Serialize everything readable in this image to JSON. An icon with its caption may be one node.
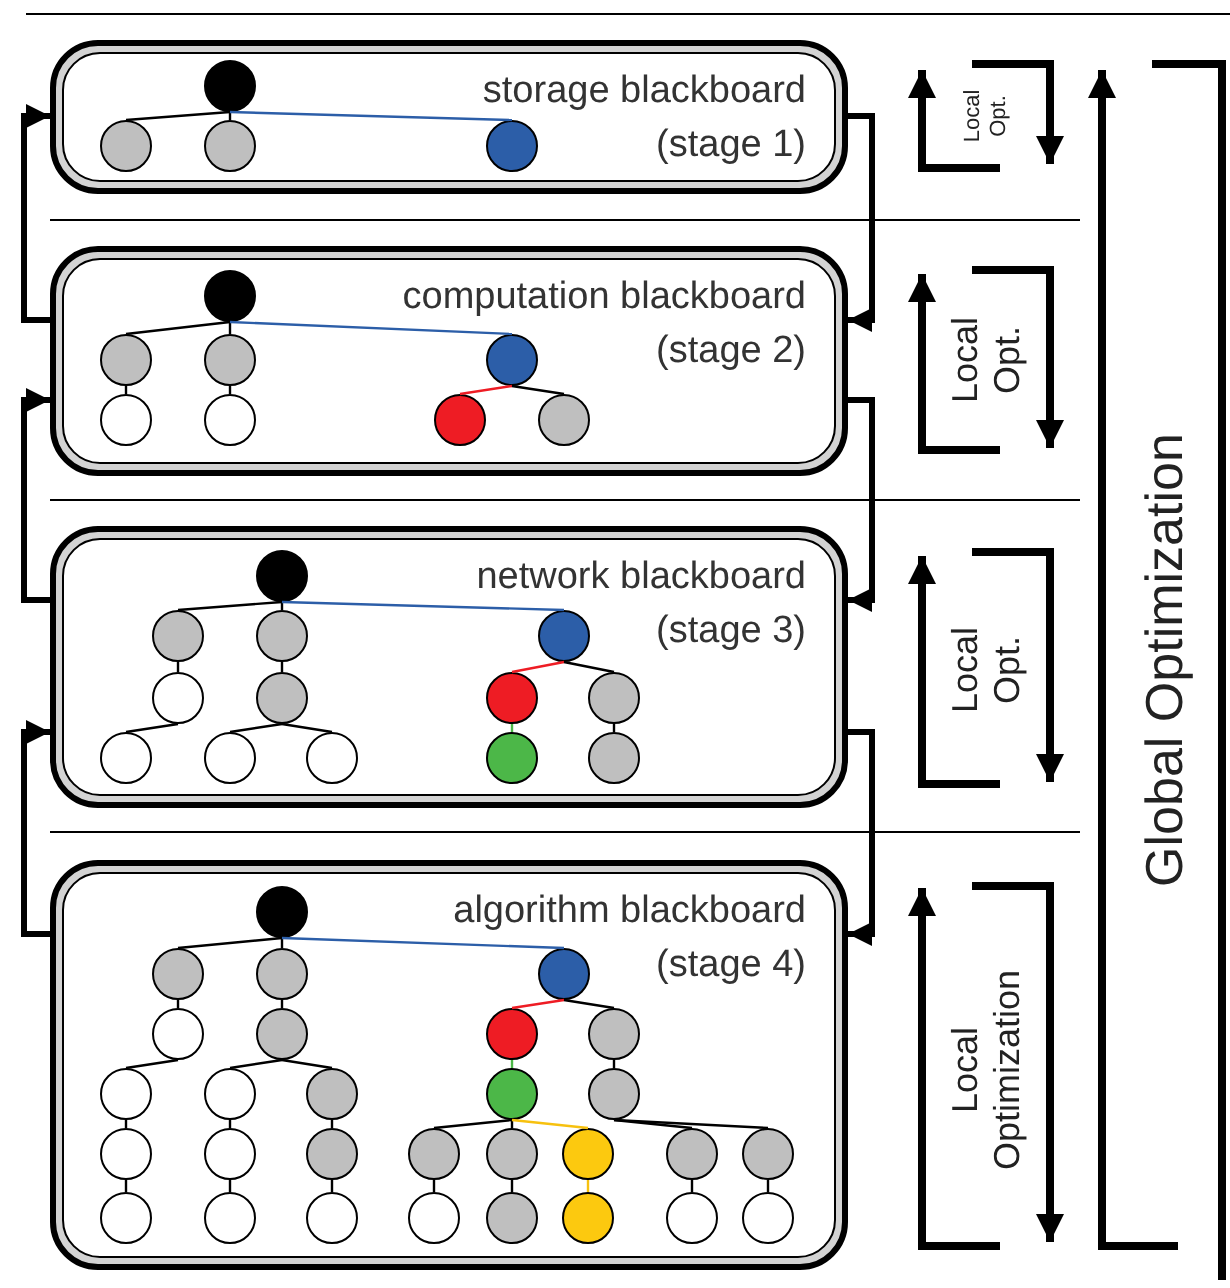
{
  "diagram": {
    "nodes": [
      {
        "text": [
          "storage blackboard",
          "(stage 1)"
        ]
      },
      {
        "text": [],
        "shape": "circle",
        "in": 0
      },
      {
        "text": [],
        "shape": "circle",
        "in": 0
      },
      {
        "text": [],
        "shape": "circle",
        "in": 0
      },
      {
        "text": [],
        "shape": "circle",
        "in": 0
      },
      {
        "text": [
          "computation blackboard",
          "(stage 2)"
        ]
      },
      {
        "text": [],
        "shape": "circle",
        "in": 5
      },
      {
        "text": [],
        "shape": "circle",
        "in": 5
      },
      {
        "text": [],
        "shape": "circle",
        "in": 5
      },
      {
        "text": [],
        "shape": "circle",
        "in": 5
      },
      {
        "text": [],
        "shape": "circle",
        "in": 5
      },
      {
        "text": [],
        "shape": "circle",
        "in": 5
      },
      {
        "text": [],
        "shape": "circle",
        "in": 5
      },
      {
        "text": [],
        "shape": "circle",
        "in": 5
      },
      {
        "text": [
          "network blackboard",
          "(stage 3)"
        ]
      },
      {
        "text": [],
        "shape": "circle",
        "in": 14
      },
      {
        "text": [],
        "shape": "circle",
        "in": 14
      },
      {
        "text": [],
        "shape": "circle",
        "in": 14
      },
      {
        "text": [],
        "shape": "circle",
        "in": 14
      },
      {
        "text": [],
        "shape": "circle",
        "in": 14
      },
      {
        "text": [],
        "shape": "circle",
        "in": 14
      },
      {
        "text": [],
        "shape": "circle",
        "in": 14
      },
      {
        "text": [],
        "shape": "circle",
        "in": 14
      },
      {
        "text": [],
        "shape": "circle",
        "in": 14
      },
      {
        "text": [],
        "shape": "circle",
        "in": 14
      },
      {
        "text": [],
        "shape": "circle",
        "in": 14
      },
      {
        "text": [],
        "shape": "circle",
        "in": 14
      },
      {
        "text": [],
        "shape": "circle",
        "in": 14
      },
      {
        "text": [
          "algorithm blackboard",
          "(stage 4)"
        ]
      },
      {
        "text": [],
        "shape": "circle",
        "in": 28
      },
      {
        "text": [],
        "shape": "circle",
        "in": 28
      },
      {
        "text": [],
        "shape": "circle",
        "in": 28
      },
      {
        "text": [],
        "shape": "circle",
        "in": 28
      },
      {
        "text": [],
        "shape": "circle",
        "in": 28
      },
      {
        "text": [],
        "shape": "circle",
        "in": 28
      },
      {
        "text": [],
        "shape": "circle",
        "in": 28
      },
      {
        "text": [],
        "shape": "circle",
        "in": 28
      },
      {
        "text": [],
        "shape": "circle",
        "in": 28
      },
      {
        "text": [],
        "shape": "circle",
        "in": 28
      },
      {
        "text": [],
        "shape": "circle",
        "in": 28
      },
      {
        "text": [],
        "shape": "circle",
        "in": 28
      },
      {
        "text": [],
        "shape": "circle",
        "in": 28
      },
      {
        "text": [],
        "shape": "circle",
        "in": 28
      },
      {
        "text": [],
        "shape": "circle",
        "in": 28
      },
      {
        "text": [],
        "shape": "circle",
        "in": 28
      },
      {
        "text": [],
        "shape": "circle",
        "in": 28
      },
      {
        "text": [],
        "shape": "circle",
        "in": 28
      },
      {
        "text": [],
        "shape": "circle",
        "in": 28
      },
      {
        "text": [],
        "shape": "circle",
        "in": 28
      },
      {
        "text": [],
        "shape": "circle",
        "in": 28
      },
      {
        "text": [],
        "shape": "circle",
        "in": 28
      },
      {
        "text": [],
        "shape": "circle",
        "in": 28
      },
      {
        "text": [],
        "shape": "circle",
        "in": 28
      },
      {
        "text": [],
        "shape": "circle",
        "in": 28
      },
      {
        "text": [],
        "shape": "circle",
        "in": 28
      },
      {
        "text": [],
        "shape": "circle",
        "in": 28
      },
      {
        "text": [],
        "shape": "circle",
        "in": 28
      },
      {
        "text": [],
        "shape": "circle",
        "in": 28
      }
    ],
    "edges": [
      {
        "from": 0,
        "to": 5,
        "arrow": "to",
        "style": "thick"
      },
      {
        "from": 5,
        "to": 14,
        "arrow": "to",
        "style": "thick"
      },
      {
        "from": 14,
        "to": 28,
        "arrow": "to",
        "style": "thick"
      },
      {
        "from": 5,
        "to": 0,
        "arrow": "to",
        "style": "thick"
      },
      {
        "from": 14,
        "to": 5,
        "arrow": "to",
        "style": "thick"
      },
      {
        "from": 28,
        "to": 14,
        "arrow": "to",
        "style": "thick"
      },
      {
        "from": 1,
        "to": 2,
        "arrow": "none"
      },
      {
        "from": 1,
        "to": 3,
        "arrow": "none"
      },
      {
        "from": 1,
        "to": 4,
        "arrow": "none",
        "color": "#2c5ea8"
      },
      {
        "from": 6,
        "to": 7,
        "arrow": "none"
      },
      {
        "from": 6,
        "to": 8,
        "arrow": "none"
      },
      {
        "from": 6,
        "to": 9,
        "arrow": "none",
        "color": "#2c5ea8"
      },
      {
        "from": 7,
        "to": 10,
        "arrow": "none"
      },
      {
        "from": 8,
        "to": 11,
        "arrow": "none"
      },
      {
        "from": 9,
        "to": 12,
        "arrow": "none",
        "color": "#ee1c24"
      },
      {
        "from": 9,
        "to": 13,
        "arrow": "none"
      },
      {
        "from": 15,
        "to": 16,
        "arrow": "none"
      },
      {
        "from": 15,
        "to": 17,
        "arrow": "none"
      },
      {
        "from": 15,
        "to": 18,
        "arrow": "none",
        "color": "#2c5ea8"
      },
      {
        "from": 16,
        "to": 19,
        "arrow": "none"
      },
      {
        "from": 17,
        "to": 20,
        "arrow": "none"
      },
      {
        "from": 18,
        "to": 21,
        "arrow": "none",
        "color": "#ee1c24"
      },
      {
        "from": 18,
        "to": 22,
        "arrow": "none"
      },
      {
        "from": 19,
        "to": 23,
        "arrow": "none"
      },
      {
        "from": 20,
        "to": 24,
        "arrow": "none"
      },
      {
        "from": 20,
        "to": 25,
        "arrow": "none"
      },
      {
        "from": 21,
        "to": 26,
        "arrow": "none",
        "color": "#4cb748"
      },
      {
        "from": 22,
        "to": 27,
        "arrow": "none"
      },
      {
        "from": 29,
        "to": 30,
        "arrow": "none"
      },
      {
        "from": 29,
        "to": 31,
        "arrow": "none"
      },
      {
        "from": 29,
        "to": 32,
        "arrow": "none",
        "color": "#2c5ea8"
      },
      {
        "from": 30,
        "to": 33,
        "arrow": "none"
      },
      {
        "from": 31,
        "to": 34,
        "arrow": "none"
      },
      {
        "from": 32,
        "to": 35,
        "arrow": "none",
        "color": "#ee1c24"
      },
      {
        "from": 32,
        "to": 36,
        "arrow": "none"
      },
      {
        "from": 33,
        "to": 37,
        "arrow": "none"
      },
      {
        "from": 34,
        "to": 38,
        "arrow": "none"
      },
      {
        "from": 34,
        "to": 39,
        "arrow": "none"
      },
      {
        "from": 35,
        "to": 40,
        "arrow": "none",
        "color": "#4cb748"
      },
      {
        "from": 36,
        "to": 41,
        "arrow": "none"
      },
      {
        "from": 37,
        "to": 42,
        "arrow": "none"
      },
      {
        "from": 38,
        "to": 43,
        "arrow": "none"
      },
      {
        "from": 39,
        "to": 44,
        "arrow": "none"
      },
      {
        "from": 40,
        "to": 45,
        "arrow": "none"
      },
      {
        "from": 40,
        "to": 46,
        "arrow": "none"
      },
      {
        "from": 40,
        "to": 47,
        "arrow": "none",
        "color": "#f7c10f"
      },
      {
        "from": 41,
        "to": 48,
        "arrow": "none"
      },
      {
        "from": 41,
        "to": 49,
        "arrow": "none"
      },
      {
        "from": 42,
        "to": 50,
        "arrow": "none"
      },
      {
        "from": 43,
        "to": 51,
        "arrow": "none"
      },
      {
        "from": 44,
        "to": 52,
        "arrow": "none"
      },
      {
        "from": 45,
        "to": 53,
        "arrow": "none"
      },
      {
        "from": 46,
        "to": 54,
        "arrow": "none"
      },
      {
        "from": 47,
        "to": 55,
        "arrow": "none",
        "color": "#f7c10f"
      },
      {
        "from": 48,
        "to": 56,
        "arrow": "none"
      },
      {
        "from": 49,
        "to": 57,
        "arrow": "none"
      }
    ],
    "labels": [
      "Local Opt.",
      "Local Opt.",
      "Local Opt.",
      "Local Optimization",
      "Global Optimization"
    ]
  }
}
